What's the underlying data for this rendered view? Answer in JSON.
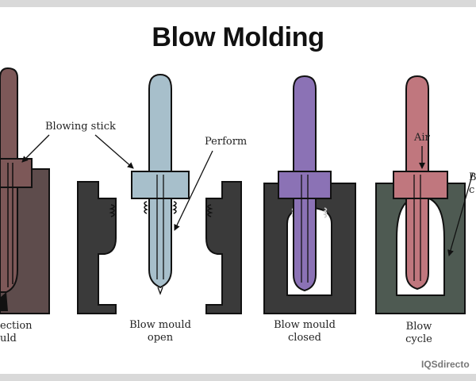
{
  "title": "Blow Molding",
  "stages": [
    {
      "caption_line1": "ection",
      "caption_line2": "uld"
    },
    {
      "caption_line1": "Blow mould",
      "caption_line2": "open"
    },
    {
      "caption_line1": "Blow mould",
      "caption_line2": "closed"
    },
    {
      "caption_line1": "Blow",
      "caption_line2": "cycle"
    }
  ],
  "callouts": {
    "blowing_stick": "Blowing stick",
    "perform": "Perform",
    "air": "Air",
    "cut_right_1": "B",
    "cut_right_2": "c"
  },
  "brand": "IQSdirecto",
  "colors": {
    "stage1_stick": "#7d5858",
    "stage2_stick": "#a7bfcb",
    "stage3_stick": "#8b72b5",
    "stage4_stick": "#c0777e",
    "mould_dark": "#3a3a3a",
    "mould_green": "#4e5a52",
    "mould_brown": "#5e4c4c"
  }
}
